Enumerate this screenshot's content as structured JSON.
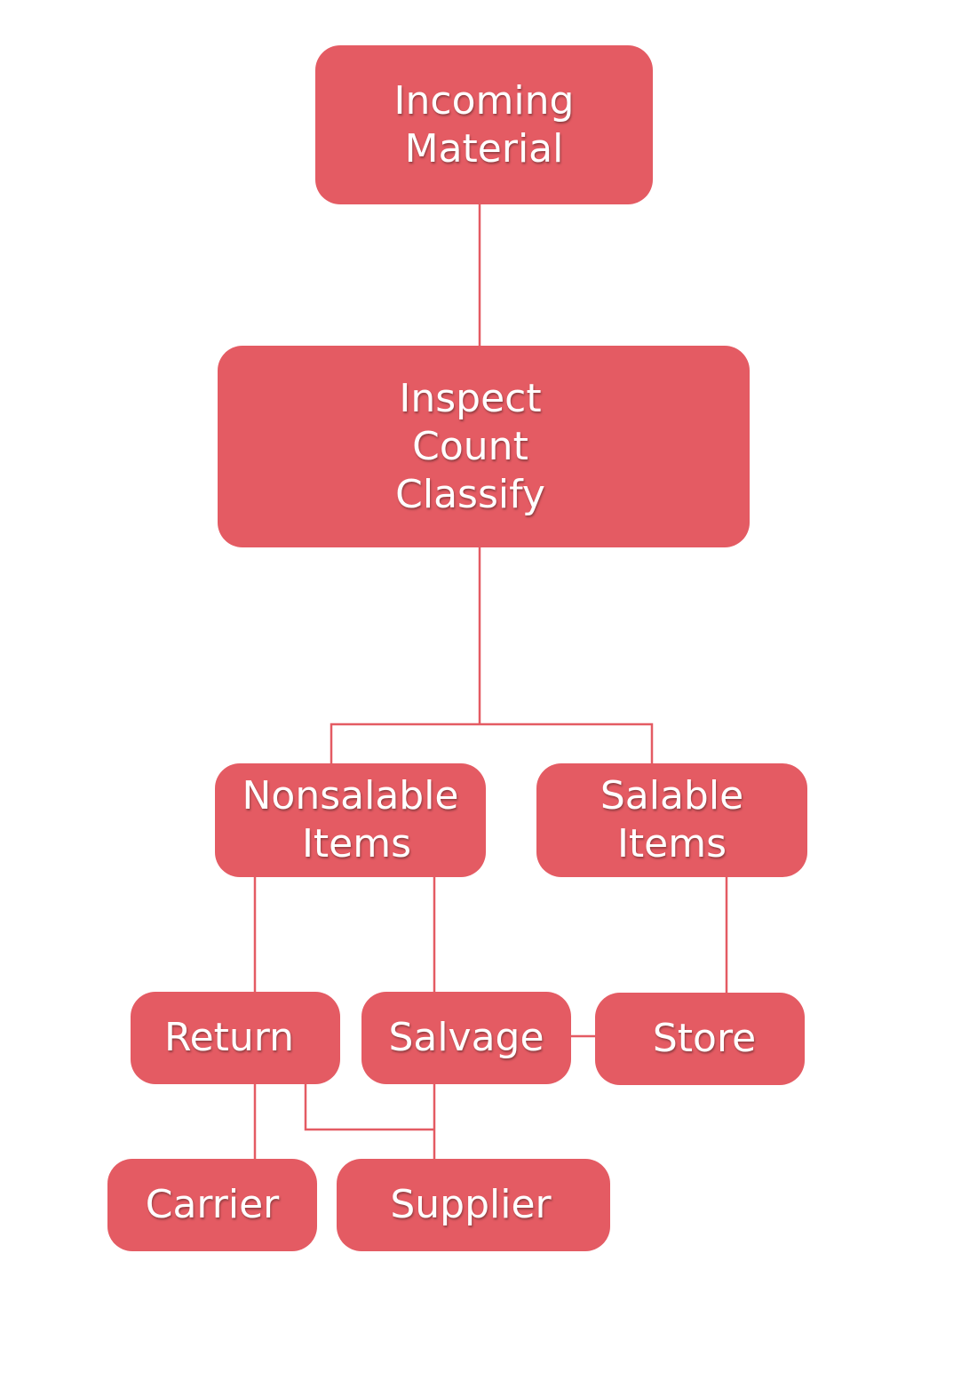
{
  "diagram": {
    "colors": {
      "node_fill": "#e45b63",
      "node_text": "#ffffff",
      "connector": "#e45b63"
    },
    "nodes": {
      "incoming_material": {
        "lines": [
          "Incoming",
          "Material"
        ]
      },
      "inspect_count_classify": {
        "lines": [
          "Inspect",
          "Count",
          "Classify"
        ]
      },
      "nonsalable_items": {
        "lines": [
          "Nonsalable",
          "Items"
        ]
      },
      "salable_items": {
        "lines": [
          "Salable",
          "Items"
        ]
      },
      "return": {
        "label": "Return"
      },
      "salvage": {
        "label": "Salvage"
      },
      "store": {
        "label": "Store"
      },
      "carrier": {
        "label": "Carrier"
      },
      "supplier": {
        "label": "Supplier"
      }
    },
    "edges": [
      {
        "from": "incoming_material",
        "to": "inspect_count_classify"
      },
      {
        "from": "inspect_count_classify",
        "to": "nonsalable_items"
      },
      {
        "from": "inspect_count_classify",
        "to": "salable_items"
      },
      {
        "from": "nonsalable_items",
        "to": "return"
      },
      {
        "from": "nonsalable_items",
        "to": "salvage"
      },
      {
        "from": "salable_items",
        "to": "store"
      },
      {
        "from": "salvage",
        "to": "store"
      },
      {
        "from": "return",
        "to": "carrier"
      },
      {
        "from": "return",
        "to": "supplier"
      },
      {
        "from": "salvage",
        "to": "supplier"
      }
    ]
  }
}
